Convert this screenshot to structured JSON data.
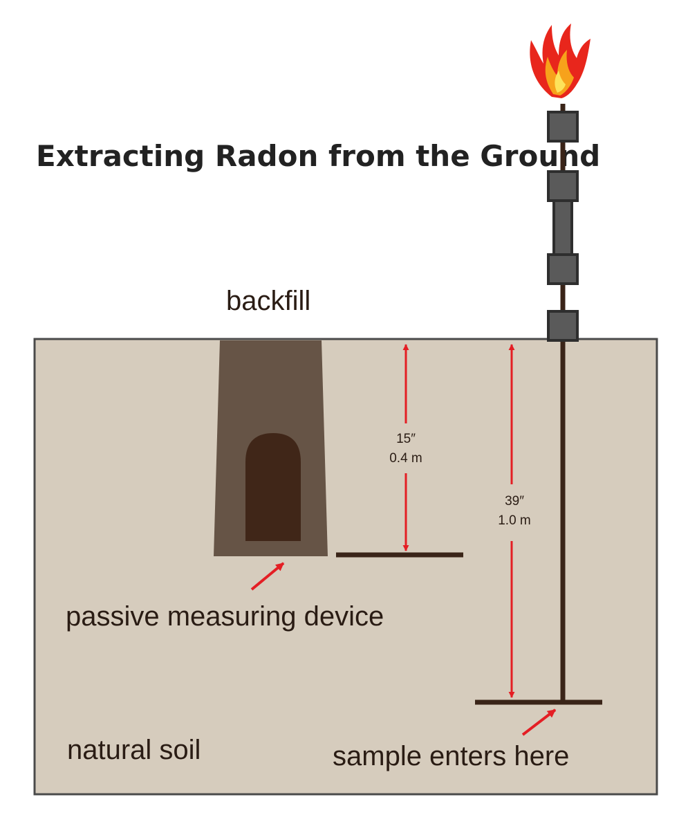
{
  "title": "Extracting Radon from the Ground",
  "labels": {
    "backfill": "backfill",
    "passive_device": "passive measuring device",
    "natural_soil": "natural soil",
    "sample_enters": "sample enters here"
  },
  "dimensions": {
    "shallow": {
      "imperial": "15″",
      "metric": "0.4 m"
    },
    "deep": {
      "imperial": "39″",
      "metric": "1.0 m"
    }
  },
  "colors": {
    "soil": "#d6ccbd",
    "soil_border": "#4a4a4a",
    "backfill": "#665446",
    "device": "#402618",
    "pipe": "#3a2418",
    "fitting": "#5a5a5a",
    "arrow": "#e41e24",
    "flame_outer": "#e8261c",
    "flame_inner": "#f7a21b",
    "flame_core": "#fde25a"
  },
  "icons": {
    "flame": "flame-icon"
  }
}
